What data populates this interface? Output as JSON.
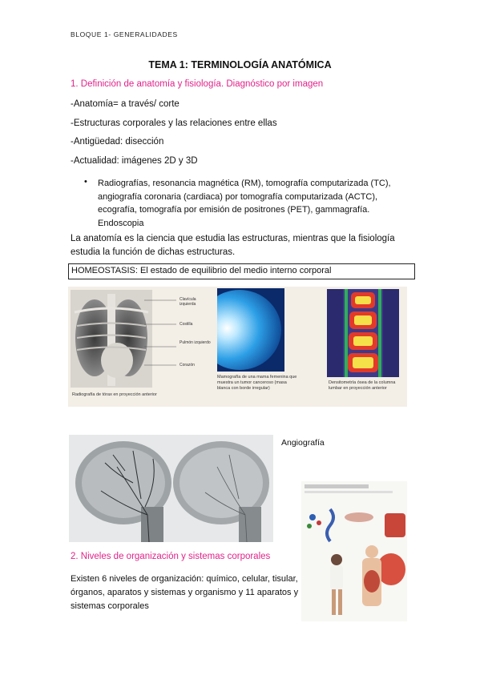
{
  "header": "BLOQUE 1- GENERALIDADES",
  "title": "TEMA 1: TERMINOLOGÍA ANATÓMICA",
  "section1": "1.  Definición de anatomía y fisiología. Diagnóstico por imagen",
  "lines": [
    "-Anatomía= a través/ corte",
    "-Estructuras corporales y las relaciones entre ellas",
    "-Antigüedad: disección",
    "-Actualidad: imágenes 2D y 3D"
  ],
  "bullet": "Radiografías, resonancia magnética (RM), tomografía computarizada (TC), angiografía coronaria (cardiaca) por tomografía computarizada (ACTC), ecografía, tomografía por emisión de positrones (PET), gammagrafía. Endoscopia",
  "paragraph": "La anatomía es la ciencia que estudia las estructuras, mientras que la fisiología estudia la función de dichas estructuras.",
  "homeostasis": "HOMEOSTASIS: El estado de equilibrio del medio interno corporal",
  "figure": {
    "xray_labels": [
      "Clavícula izquierda",
      "Costilla",
      "Pulmón izquierdo",
      "Corazón"
    ],
    "xray_caption": "Radiografía de tórax en proyección anterior",
    "mammo_caption": "Mamografía de una mama femenina que muestra un tumor canceroso (masa blanca con borde irregular)",
    "scan_caption": "Densitometría ósea de la columna lumbar en proyección anterior"
  },
  "angio_label": "Angiografía",
  "section2": "2.  Niveles de organización y sistemas corporales",
  "paragraph2": "Existen 6 niveles de organización: químico, celular, tisular, órganos, aparatos y sistemas y organismo y 11 aparatos y sistemas corporales",
  "colors": {
    "accent": "#e0228a"
  }
}
